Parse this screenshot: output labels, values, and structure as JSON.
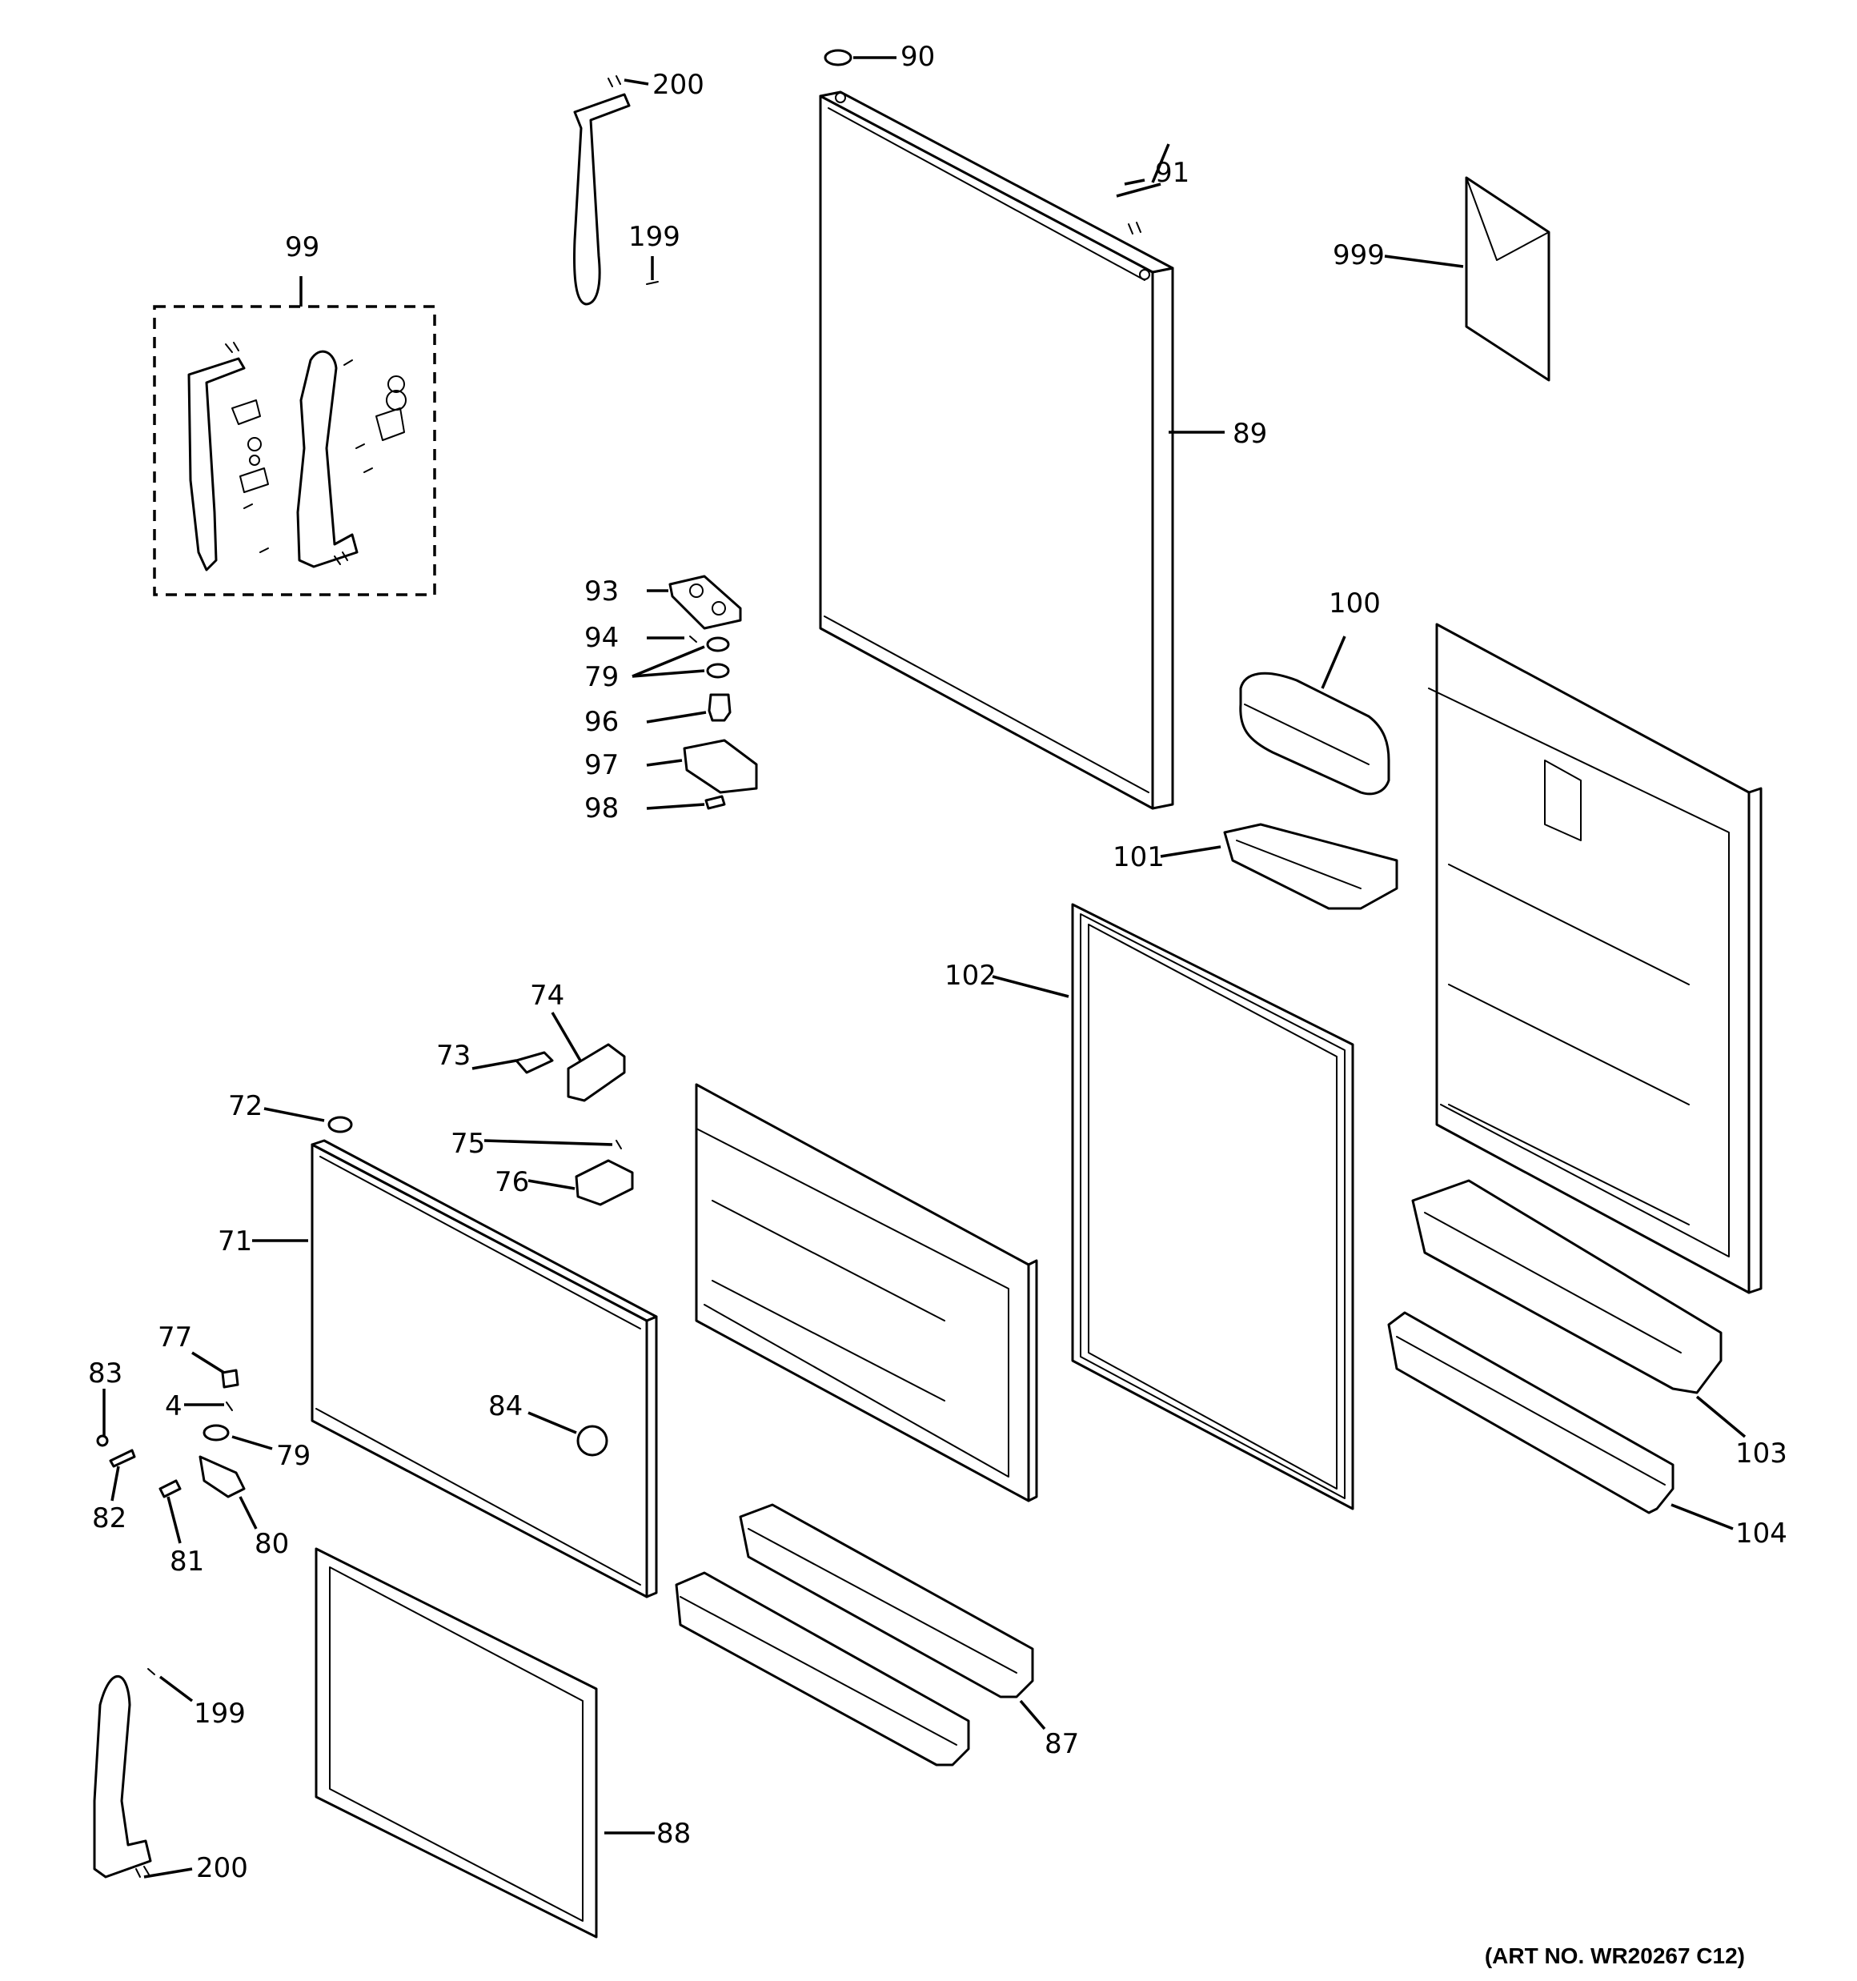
{
  "art_number": "(ART NO. WR20267 C12)",
  "callouts": {
    "c90": "90",
    "c200_top": "200",
    "c91": "91",
    "c199_top": "199",
    "c999": "999",
    "c99": "99",
    "c89": "89",
    "c100": "100",
    "c93": "93",
    "c94": "94",
    "c79_top": "79",
    "c96": "96",
    "c97": "97",
    "c98": "98",
    "c101": "101",
    "c102": "102",
    "c74": "74",
    "c73": "73",
    "c72": "72",
    "c75": "75",
    "c76": "76",
    "c71": "71",
    "c77": "77",
    "c83": "83",
    "c4": "4",
    "c84": "84",
    "c79_bot": "79",
    "c82": "82",
    "c80": "80",
    "c81": "81",
    "c103": "103",
    "c104": "104",
    "c87": "87",
    "c199_bot": "199",
    "c88": "88",
    "c200_bot": "200"
  }
}
